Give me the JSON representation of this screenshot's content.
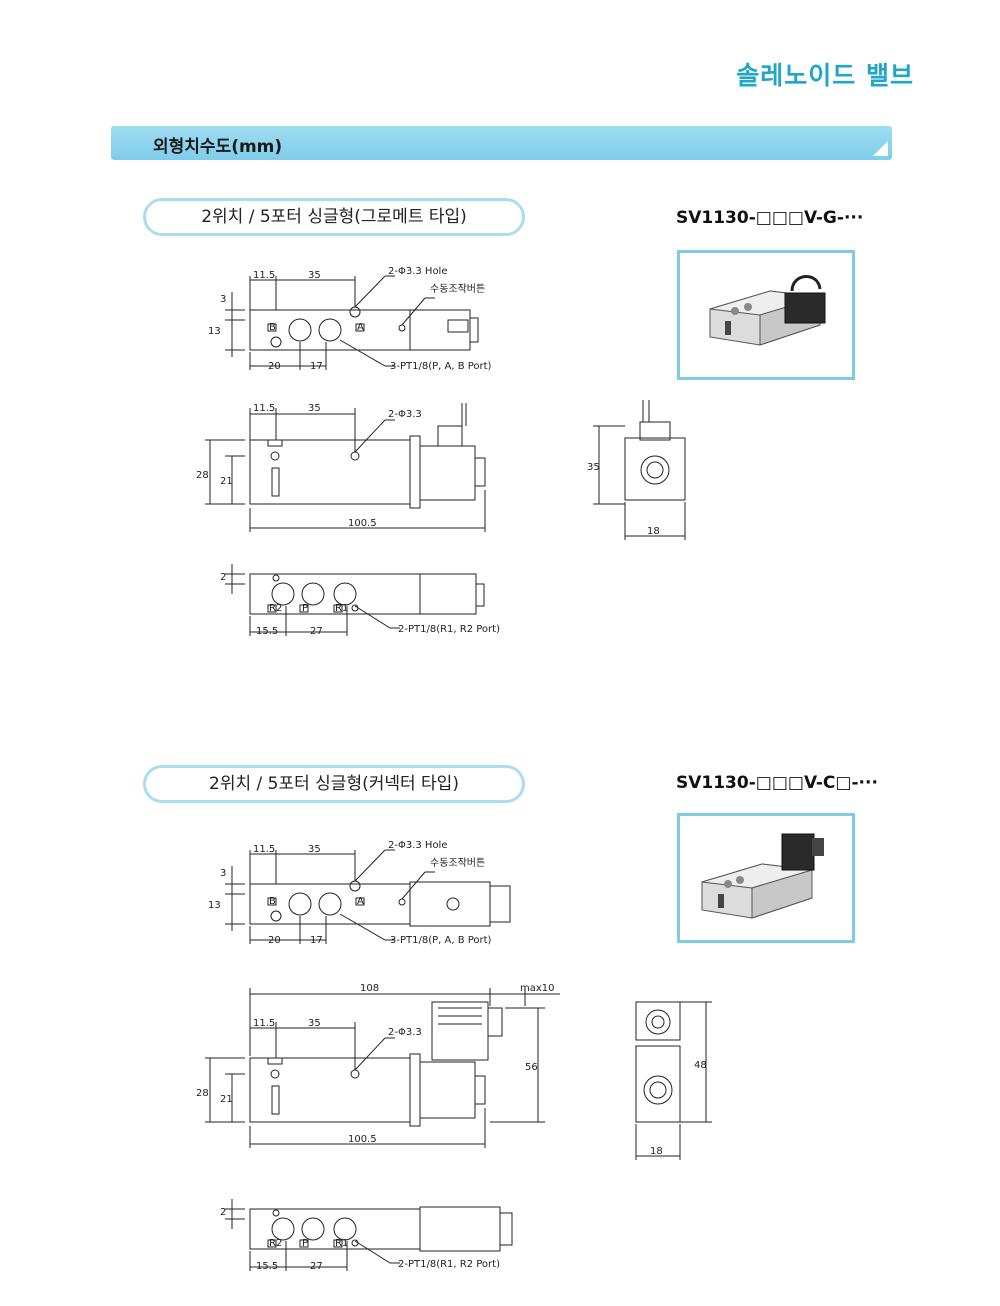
{
  "header": {
    "title": "솔레노이드 밸브"
  },
  "section": {
    "label": "외형치수도(mm)"
  },
  "variants": [
    {
      "type_label": "2위치 / 5포터 싱글형(그로메트 타입)",
      "model_code": "SV1130-□□□V-G-···",
      "top": {
        "dim_11_5": "11.5",
        "dim_35": "35",
        "hole": "2-Φ3.3 Hole",
        "manual": "수동조작버튼",
        "dim_3": "3",
        "dim_13": "13",
        "dim_20": "20",
        "dim_17": "17",
        "ports": "3-PT1/8(P, A, B Port)",
        "port_b": "B",
        "port_a": "A"
      },
      "front": {
        "dim_11_5": "11.5",
        "dim_35": "35",
        "hole": "2-Φ3.3",
        "dim_28": "28",
        "dim_21": "21",
        "dim_100_5": "100.5"
      },
      "bottom": {
        "dim_2": "2",
        "dim_15_5": "15.5",
        "dim_27": "27",
        "ports": "2-PT1/8(R1, R2 Port)",
        "port_r2": "R2",
        "port_p": "P",
        "port_r1": "R1"
      },
      "side": {
        "dim_35": "35",
        "dim_18": "18"
      }
    },
    {
      "type_label": "2위치 / 5포터 싱글형(커넥터 타입)",
      "model_code": "SV1130-□□□V-C□-···",
      "top": {
        "dim_11_5": "11.5",
        "dim_35": "35",
        "hole": "2-Φ3.3 Hole",
        "manual": "수동조작버튼",
        "dim_3": "3",
        "dim_13": "13",
        "dim_20": "20",
        "dim_17": "17",
        "ports": "3-PT1/8(P, A, B Port)",
        "port_b": "B",
        "port_a": "A"
      },
      "front": {
        "dim_108": "108",
        "dim_max10": "max10",
        "dim_11_5": "11.5",
        "dim_35": "35",
        "hole": "2-Φ3.3",
        "dim_28": "28",
        "dim_21": "21",
        "dim_56": "56",
        "dim_100_5": "100.5"
      },
      "bottom": {
        "dim_2": "2",
        "dim_15_5": "15.5",
        "dim_27": "27",
        "ports": "2-PT1/8(R1, R2 Port)",
        "port_r2": "R2",
        "port_p": "P",
        "port_r1": "R1"
      },
      "side": {
        "dim_48": "48",
        "dim_18": "18"
      }
    }
  ],
  "colors": {
    "accent": "#1fa6c9",
    "bar": "#8fd5ee",
    "frame": "#7fcbe6"
  }
}
